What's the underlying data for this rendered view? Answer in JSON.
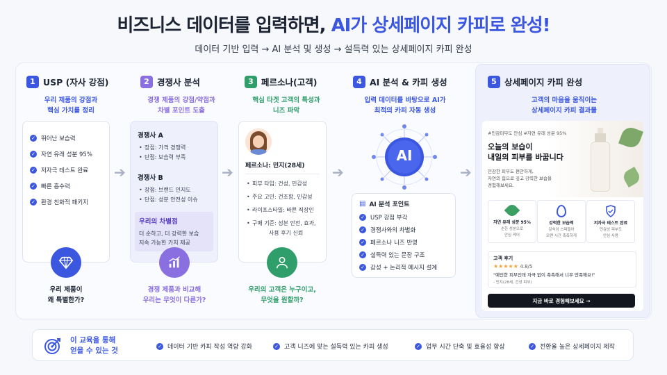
{
  "header": {
    "title_prefix": "비즈니스 데이터를 입력하면, ",
    "title_accent": "AI가 상세페이지 카피로 완성!",
    "subtitle": "데이터 기반 입력 → AI 분석 및 생성 → 설득력 있는 상세페이지 카피 완성"
  },
  "colors": {
    "blue": "#3b57e0",
    "purple": "#8a6fe0",
    "green": "#2f9e6a",
    "dark": "#14161f"
  },
  "step1": {
    "num": "1",
    "title": "USP (자사 강점)",
    "desc": [
      "우리 제품의 강점과",
      "핵심 가치를 정리"
    ],
    "items": [
      "뛰어난 보습력",
      "자연 유래 성분 95%",
      "저자극 테스트 완료",
      "빠른 흡수력",
      "환경 친화적 패키지"
    ],
    "question": [
      "우리 제품이",
      "왜 특별한가?"
    ],
    "icon": "diamond-icon"
  },
  "step2": {
    "num": "2",
    "title": "경쟁사 분석",
    "desc": [
      "경쟁 제품의 강점/약점과",
      "차별 포인트 도출"
    ],
    "compA": {
      "name": "경쟁사 A",
      "pros": "장점: 가격 경쟁력",
      "cons": "단점: 보습력 부족"
    },
    "compB": {
      "name": "경쟁사 B",
      "pros": "장점: 브랜드 인지도",
      "cons": "단점: 성분 안전성 이슈"
    },
    "diff": {
      "title": "우리의 차별점",
      "line1": "더 순하고, 더 강력한 보습",
      "line2": "지속 가능한 가치 제공"
    },
    "question": [
      "경쟁 제품과 비교해",
      "우리는 무엇이 다른가?"
    ],
    "icon": "chart-icon"
  },
  "step3": {
    "num": "3",
    "title": "페르소나(고객)",
    "desc": [
      "핵심 타겟 고객의 특성과",
      "니즈 파악"
    ],
    "persona": "페르소나: 민지(28세)",
    "items": [
      "피부 타입: 건성, 민감성",
      "주요 고민: 건조함, 민감성",
      "라이프스타일: 바쁜 직장인",
      "구매 기준: 성분 안전, 효과,"
    ],
    "item_cont": "사용 후기 신뢰",
    "question": [
      "우리의 고객은 누구이고,",
      "무엇을 원할까?"
    ],
    "icon": "user-icon"
  },
  "step4": {
    "num": "4",
    "title": "AI 분석 & 카피 생성",
    "desc": [
      "입력 데이터를 바탕으로 AI가",
      "최적의 카피 자동 생성"
    ],
    "ai_label": "AI",
    "point_title": "AI 분석 포인트",
    "points": [
      "USP 강점 부각",
      "경쟁사와의 차별화",
      "페르소나 니즈 반영",
      "설득력 있는 문장 구조",
      "감성 + 논리적 메시지 설계"
    ]
  },
  "step5": {
    "num": "5",
    "title": "상세페이지 카피 완성",
    "desc": [
      "고객의 마음을 움직이는",
      "상세페이지 카피 결과물"
    ],
    "tags": "#민감피부도 안심 #자연 유래 성분 95%",
    "headline1": "오늘의 보습이",
    "headline2": "내일의 피부를 바꿉니다",
    "body": [
      "민감한 피부도 편안하게,",
      "자연의 힘으로 깊고 강력한 보습을",
      "경험해보세요."
    ],
    "features": [
      {
        "title": "자연 유래 성분 95%",
        "l1": "순한 성분으로",
        "l2": "안심 케어"
      },
      {
        "title": "강력한 보습력",
        "l1": "깊숙이 스며들어",
        "l2": "오랜 시간 촉촉하게"
      },
      {
        "title": "저자극 테스트 완료",
        "l1": "민감성 피부도",
        "l2": "안심 사용"
      }
    ],
    "review_title": "고객 후기",
    "stars": "★★★★★",
    "rating": "4.8/5",
    "review": "\"예민한 피부인데 자극 없이 촉촉해서 너무 만족해요!\"",
    "reviewer": "- 민지(28세, 건성 피부)",
    "cta": "지금 바로 경험해보세요 →"
  },
  "footer": {
    "title1": "이 교육을 통해",
    "title2": "얻을 수 있는 것",
    "items": [
      "데이터 기반 카피 작성 역량 강화",
      "고객 니즈에 맞는 설득력 있는 카피 생성",
      "업무 시간 단축 및 효율성 향상",
      "전환율 높은 상세페이지 제작"
    ]
  }
}
